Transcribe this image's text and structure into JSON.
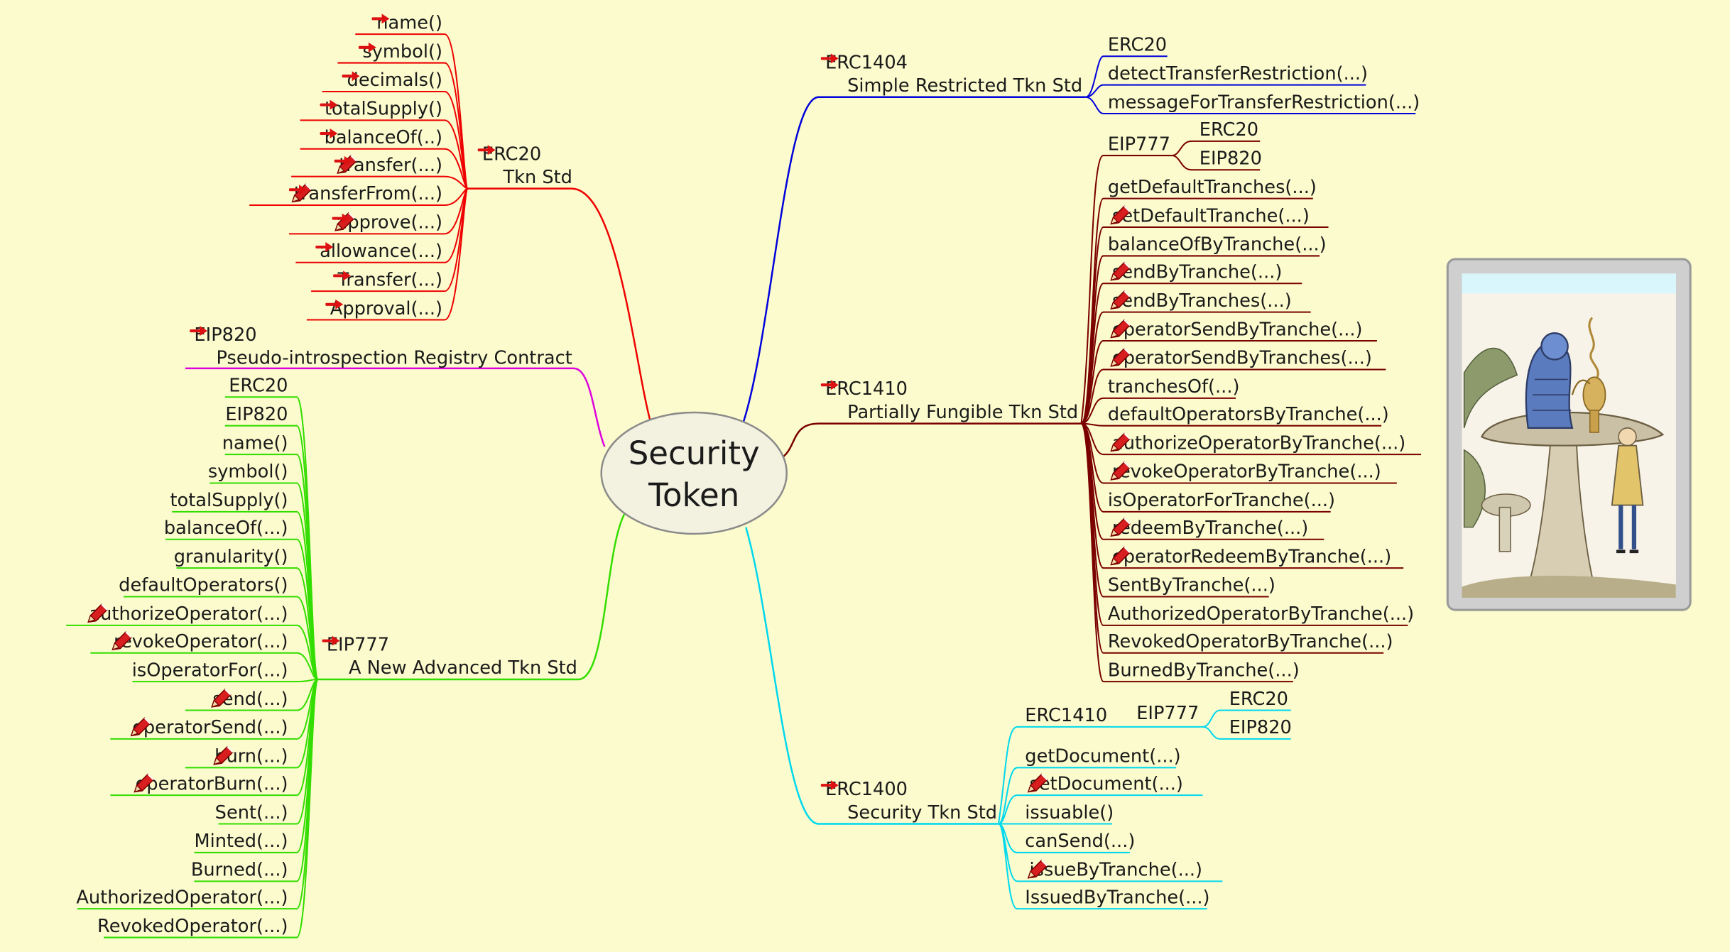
{
  "center": {
    "line1": "Security",
    "line2": "Token"
  },
  "colors": {
    "erc20": "#ee0000",
    "eip820": "#dd00dd",
    "eip777": "#33dd00",
    "erc1404": "#0000dd",
    "erc1410": "#7a0000",
    "erc1400": "#00d8ee",
    "arrow": "#dd1111"
  },
  "branches": {
    "erc20": {
      "title": "ERC20",
      "subtitle": "Tkn Std",
      "items": [
        "name()",
        "symbol()",
        "decimals()",
        "totalSupply()",
        "balanceOf(..)",
        "transfer(...)",
        "transferFrom(...)",
        "approve(...)",
        "allowance(...)",
        "Transfer(...)",
        "Approval(...)"
      ]
    },
    "eip820": {
      "title": "EIP820",
      "subtitle": "Pseudo-introspection Registry Contract"
    },
    "eip777": {
      "title": "EIP777",
      "subtitle": "A New Advanced Tkn Std",
      "items": [
        "ERC20",
        "EIP820",
        "name()",
        "symbol()",
        "totalSupply()",
        "balanceOf(...)",
        "granularity()",
        "defaultOperators()",
        "authorizeOperator(...)",
        "revokeOperator(...)",
        "isOperatorFor(...)",
        "send(...)",
        "operatorSend(...)",
        "burn(...)",
        "operatorBurn(...)",
        "Sent(...)",
        "Minted(...)",
        "Burned(...)",
        "AuthorizedOperator(...)",
        "RevokedOperator(...)"
      ]
    },
    "erc1404": {
      "title": "ERC1404",
      "subtitle": "Simple Restricted Tkn Std",
      "items": [
        "ERC20",
        "detectTransferRestriction(...)",
        "messageForTransferRestriction(...)"
      ]
    },
    "erc1410": {
      "title": "ERC1410",
      "subtitle": "Partially Fungible Tkn Std",
      "eip777": "EIP777",
      "eip777_children": [
        "ERC20",
        "EIP820"
      ],
      "items": [
        "getDefaultTranches(...)",
        "setDefaultTranche(...)",
        "balanceOfByTranche(...)",
        "sendByTranche(...)",
        "sendByTranches(...)",
        "operatorSendByTranche(...)",
        "operatorSendByTranches(...)",
        "tranchesOf(...)",
        "defaultOperatorsByTranche(...)",
        "authorizeOperatorByTranche(...)",
        "revokeOperatorByTranche(...)",
        "isOperatorForTranche(...)",
        "redeemByTranche(...)",
        "operatorRedeemByTranche(...)",
        "SentByTranche(...)",
        "AuthorizedOperatorByTranche(...)",
        "RevokedOperatorByTranche(...)",
        "BurnedByTranche(...)"
      ]
    },
    "erc1400": {
      "title": "ERC1400",
      "subtitle": "Security Tkn Std",
      "erc1410": "ERC1410",
      "eip777": "EIP777",
      "eip777_children": [
        "ERC20",
        "EIP820"
      ],
      "items": [
        "getDocument(...)",
        "setDocument(...)",
        "issuable()",
        "canSend(...)",
        "issueByTranche(...)",
        "IssuedByTranche(...)"
      ]
    }
  },
  "icons": {
    "arrow": "arrow-icon",
    "pencil": "pencil-icon"
  },
  "illustration": {
    "subject": "caterpillar-and-alice-illustration"
  }
}
